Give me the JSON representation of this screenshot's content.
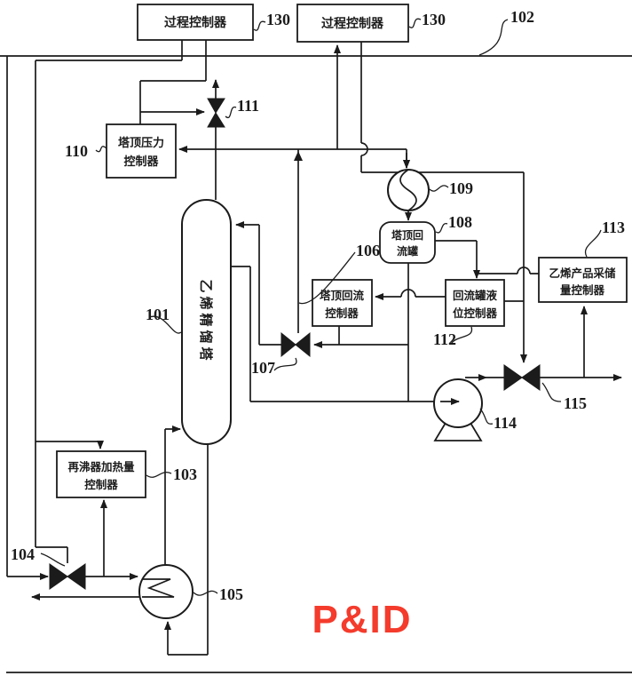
{
  "figure": {
    "type": "piping-and-instrumentation-diagram",
    "watermark": "P&ID",
    "colors": {
      "line": "#1b1b1b",
      "watermark": "#f43b2c",
      "background": "#ffffff"
    }
  },
  "labels": {
    "process_controller_1": {
      "name": "过程控制器",
      "ref": "130"
    },
    "process_controller_2": {
      "name": "过程控制器",
      "ref": "130"
    },
    "vent_header": {
      "ref": "102"
    },
    "pressure_controller": {
      "line1": "塔顶压力",
      "line2": "控制器",
      "ref": "110"
    },
    "vent_valve": {
      "ref": "111"
    },
    "condenser": {
      "ref": "109"
    },
    "reflux_drum": {
      "line1": "塔顶回",
      "line2": "流罐",
      "ref": "108"
    },
    "reflux_controller": {
      "line1": "塔顶回流",
      "line2": "控制器",
      "ref": "106"
    },
    "drum_level_controller": {
      "line1": "回流罐液",
      "line2": "位控制器",
      "ref": "112"
    },
    "product_controller": {
      "line1": "乙烯产品采储",
      "line2": "量控制器",
      "ref": "113"
    },
    "column": {
      "name": "乙烯精馏塔",
      "ref": "101"
    },
    "reflux_valve": {
      "ref": "107"
    },
    "reboiler_controller": {
      "line1": "再沸器加热量",
      "line2": "控制器",
      "ref": "103"
    },
    "feed_valve": {
      "ref": "104"
    },
    "reboiler": {
      "ref": "105"
    },
    "pump": {
      "ref": "114"
    },
    "product_valve": {
      "ref": "115"
    }
  }
}
